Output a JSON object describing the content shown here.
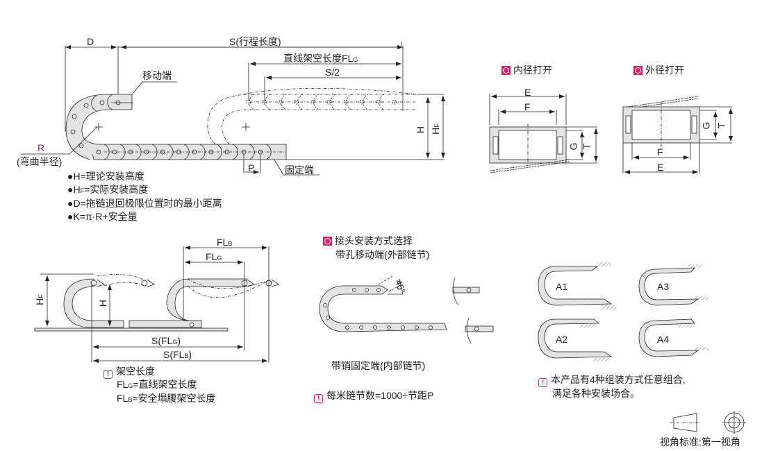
{
  "top_diagram": {
    "d_label": "D",
    "s_label": "S(行程长度)",
    "flg_label_main": "直线架空长度FL",
    "flg_label_sub": "G",
    "s_half_label": "S/2",
    "moving_end": "移动端",
    "fixed_end": "固定端",
    "r_label": "R",
    "r_caption": "(弯曲半径)",
    "p_label": "P",
    "h_label": "H",
    "hf_label": "H",
    "hf_sub": "F"
  },
  "legend": [
    {
      "main": "●H=理论安装高度",
      "sub": ""
    },
    {
      "prefix": "●H",
      "sub": "F",
      "main": "=实际安装高度"
    },
    {
      "main": "●D=拖链退回极限位置时的最小距离"
    },
    {
      "main": "●K=π·R+安全量"
    }
  ],
  "inner_open": {
    "title": "内径打开",
    "e": "E",
    "f": "F",
    "g": "G",
    "t": "T"
  },
  "outer_open": {
    "title": "外径打开",
    "e": "E",
    "f": "F",
    "g": "G",
    "t": "T"
  },
  "span_diagram": {
    "flb": "FL",
    "flb_sub": "B",
    "flg": "FL",
    "flg_sub": "G",
    "hf": "H",
    "hf_sub": "F",
    "h": "H",
    "s_flg": "S(FL",
    "s_flg_sub": "G",
    "s_flg_end": ")",
    "s_flb": "S(FL",
    "s_flb_sub": "B",
    "s_flb_end": ")",
    "note_title": "架空长度",
    "note_line1_pre": "FL",
    "note_line1_sub": "G",
    "note_line1": "=直线架空长度",
    "note_line2_pre": "FL",
    "note_line2_sub": "B",
    "note_line2": "=安全塌腰架空长度"
  },
  "connector": {
    "title": "接头安装方式选择",
    "subtitle": "带孔移动端(外部链节)",
    "angle": "45°",
    "bottom_caption": "带销固定端(内部链节)",
    "note": "每米链节数=1000÷节距P"
  },
  "assembly": {
    "labels": [
      "A1",
      "A3",
      "A2",
      "A4"
    ],
    "note_line1": "本产品有4种组装方式任意组合,",
    "note_line2": "满足各种安装场合。"
  },
  "view_standard": {
    "label": "视角标准:第一视角"
  },
  "colors": {
    "accent": "#d6246e",
    "r_label": "#8b2a72",
    "chain_fill": "#e3e3e3",
    "line": "#231f20"
  }
}
